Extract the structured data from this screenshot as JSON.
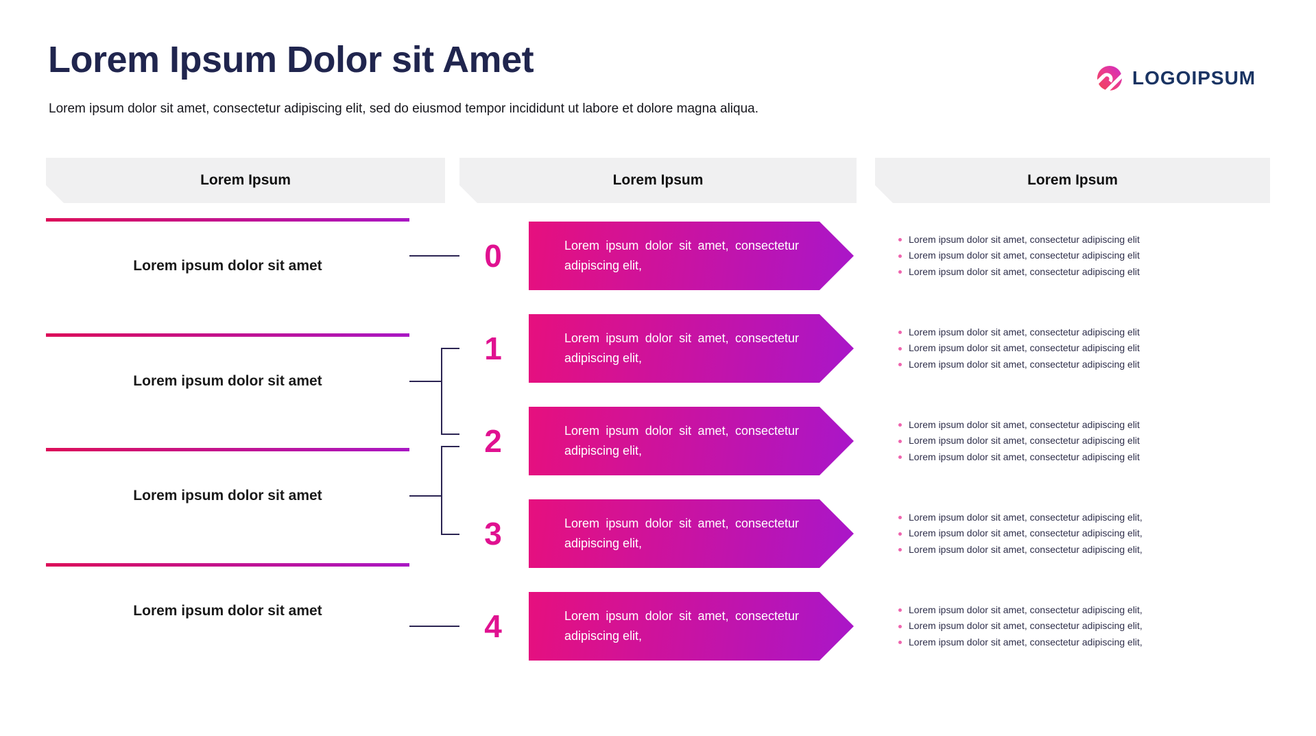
{
  "page": {
    "title": "Lorem Ipsum Dolor sit Amet",
    "subtitle": "Lorem ipsum dolor sit amet, consectetur adipiscing elit, sed do eiusmod tempor incididunt ut labore et dolore magna aliqua."
  },
  "logo": {
    "text": "LOGOIPSUM",
    "icon": "logoipsum-mark"
  },
  "columns": {
    "left": {
      "header": "Lorem Ipsum",
      "cards": [
        {
          "label": "Lorem ipsum dolor sit amet"
        },
        {
          "label": "Lorem ipsum dolor sit amet"
        },
        {
          "label": "Lorem ipsum dolor sit amet"
        },
        {
          "label": "Lorem ipsum dolor sit amet"
        }
      ]
    },
    "middle": {
      "header": "Lorem Ipsum",
      "rows": [
        {
          "number": "0",
          "text": "Lorem ipsum dolor sit amet, consectetur adipiscing elit,"
        },
        {
          "number": "1",
          "text": "Lorem ipsum dolor sit amet, consectetur adipiscing elit,"
        },
        {
          "number": "2",
          "text": "Lorem ipsum dolor sit amet, consectetur adipiscing elit,"
        },
        {
          "number": "3",
          "text": "Lorem ipsum dolor sit amet, consectetur adipiscing elit,"
        },
        {
          "number": "4",
          "text": "Lorem ipsum dolor sit amet, consectetur adipiscing elit,"
        }
      ]
    },
    "right": {
      "header": "Lorem Ipsum",
      "cards": [
        {
          "bullets": [
            "Lorem ipsum dolor sit amet, consectetur adipiscing elit",
            "Lorem ipsum dolor sit amet, consectetur adipiscing elit",
            "Lorem ipsum dolor sit amet, consectetur adipiscing elit"
          ]
        },
        {
          "bullets": [
            "Lorem ipsum dolor sit amet, consectetur adipiscing elit",
            "Lorem ipsum dolor sit amet, consectetur adipiscing elit",
            "Lorem ipsum dolor sit amet, consectetur adipiscing elit"
          ]
        },
        {
          "bullets": [
            "Lorem ipsum dolor sit amet, consectetur adipiscing elit",
            "Lorem ipsum dolor sit amet, consectetur adipiscing elit",
            "Lorem ipsum dolor sit amet, consectetur adipiscing elit"
          ]
        },
        {
          "bullets": [
            "Lorem ipsum dolor sit amet, consectetur adipiscing elit,",
            "Lorem ipsum dolor sit amet, consectetur adipiscing elit,",
            "Lorem ipsum dolor sit amet, consectetur adipiscing elit,"
          ]
        },
        {
          "bullets": [
            "Lorem ipsum dolor sit amet, consectetur adipiscing elit,",
            "Lorem ipsum dolor sit amet, consectetur adipiscing elit,",
            "Lorem ipsum dolor sit amet, consectetur adipiscing elit,"
          ]
        }
      ]
    }
  },
  "colors": {
    "title_navy": "#20254E",
    "logo_navy": "#1A3463",
    "header_gray": "#F0F0F1",
    "accent_gradient_start": "#DC0E59",
    "accent_gradient_end": "#A917C4",
    "arrow_gradient_start": "#E6107E",
    "arrow_gradient_end": "#A916C9",
    "number_pink": "#E01190",
    "bullet_pink": "#EE64AE",
    "bullet_text": "#2E2E4A",
    "card_text": "#1A1A1A",
    "connector_navy": "#2B2452"
  }
}
